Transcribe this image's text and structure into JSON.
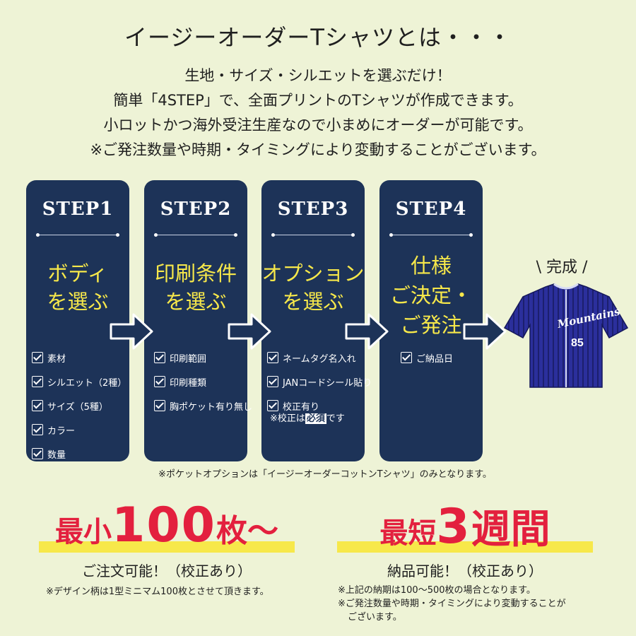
{
  "title": "イージーオーダーTシャツとは・・・",
  "intro": [
    "生地・サイズ・シルエットを選ぶだけ！",
    "簡単「4STEP」で、全面プリントのTシャツが作成できます。",
    "小ロットかつ海外受注生産なので小まめにオーダーが可能です。",
    "※ご発注数量や時期・タイミングにより変動することがございます。"
  ],
  "steps": [
    {
      "label": "STEP1",
      "head": [
        "ボディ",
        "を選ぶ"
      ],
      "items": [
        "素材",
        "シルエット（2種）",
        "サイズ（5種）",
        "カラー",
        "数量"
      ]
    },
    {
      "label": "STEP2",
      "head": [
        "印刷条件",
        "を選ぶ"
      ],
      "items": [
        "印刷範囲",
        "印刷種類",
        "胸ポケット有り無し"
      ]
    },
    {
      "label": "STEP3",
      "head": [
        "オプション",
        "を選ぶ"
      ],
      "items": [
        "ネームタグ名入れ",
        "JANコードシール貼り",
        "校正有り"
      ],
      "note_prefix": "※校正は",
      "note_badge": "必須",
      "note_suffix": "です"
    },
    {
      "label": "STEP4",
      "head": [
        "仕様",
        "ご決定・",
        "ご発注"
      ],
      "items": [
        "ご納品日"
      ]
    }
  ],
  "pocket_note": "※ポケットオプションは「イージーオーダーコットンTシャツ」のみとなります。",
  "complete": {
    "label": "完成",
    "shirt_text": "Mountains",
    "shirt_number": "85"
  },
  "min_order": {
    "prefix": "最小",
    "number": "100",
    "suffix": "枚〜",
    "sub": "ご注文可能！（校正あり）",
    "note": "※デザイン柄は1型ミニマム100枚とさせて頂きます。"
  },
  "lead_time": {
    "prefix": "最短",
    "number": "3",
    "suffix": "週間",
    "sub": "納品可能！（校正あり）",
    "note1": "※上記の納期は100〜500枚の場合となります。",
    "note2": "※ご発注数量や時期・タイミングにより変動することが",
    "note3": "ございます。"
  },
  "colors": {
    "navy": "#1d3358",
    "yellow": "#f7e84a",
    "red": "#e3203e",
    "background": "#eef3d6"
  }
}
